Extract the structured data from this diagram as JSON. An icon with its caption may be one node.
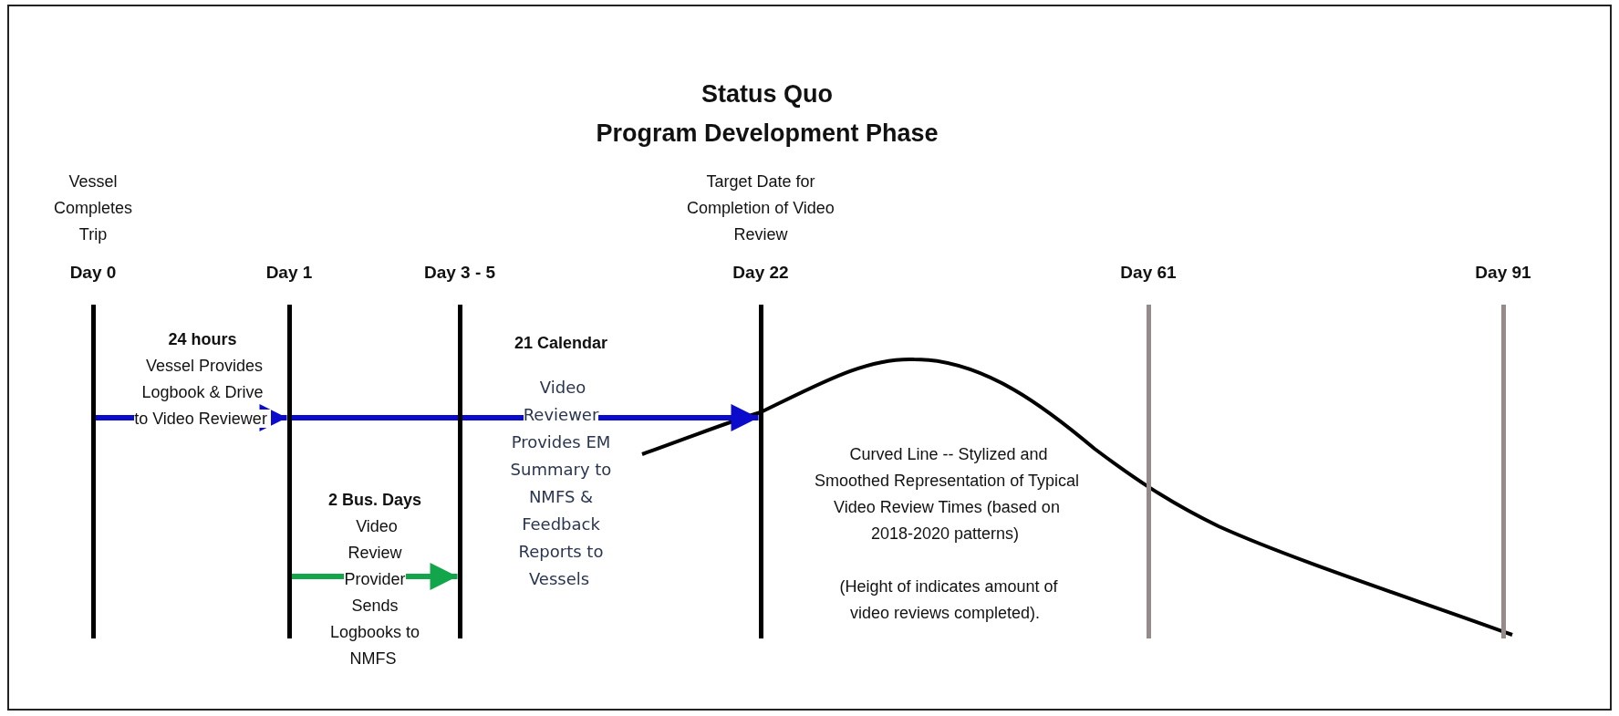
{
  "diagram": {
    "title": "Status Quo",
    "nodes": [
      {
        "text": [
          "Day 0"
        ],
        "beside": [
          "Vessel Completes Trip"
        ]
      },
      {
        "text": [
          "Day 1"
        ]
      },
      {
        "text": [
          "Day 3 - 5"
        ]
      },
      {
        "text": [
          "Day 22"
        ],
        "beside": [
          "Target Date for Completion of Video Review"
        ]
      },
      {
        "text": [
          "Day 61"
        ]
      },
      {
        "text": [
          "Day 91"
        ]
      }
    ],
    "edges": [
      {
        "from": 0,
        "to": 1,
        "arrow": "to"
      },
      {
        "from": 1,
        "to": 3,
        "arrow": "to"
      },
      {
        "from": 1,
        "to": 2,
        "arrow": "to",
        "color": "#12a54a"
      }
    ],
    "labels": [
      "Program Development Phase",
      "24 hours",
      "Vessel Provides Logbook & Drive to Video Reviewer",
      "2 Bus. Days",
      "Video Review Provider Sends Logbooks to NMFS",
      "21 Calendar",
      "Video Reviewer Provides EM Summary to NMFS & Feedback Reports to Vessels",
      "Curved Line -- Stylized and Smoothed Representation of Typical Video Review Times (based on 2018-2020 patterns)",
      "(Height of indicates amount of video reviews completed)."
    ]
  }
}
